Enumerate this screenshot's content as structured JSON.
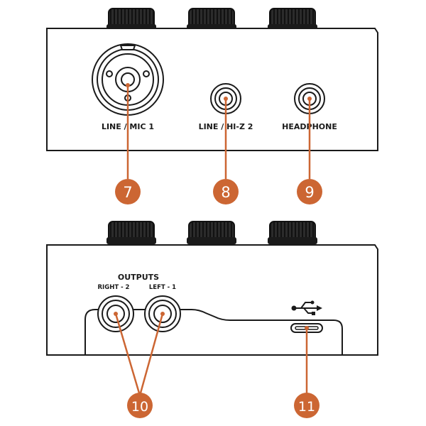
{
  "top_panel": {
    "jacks": {
      "mic1": "LINE / MIC 1",
      "line2": "LINE / HI-Z 2",
      "headphone": "HEADPHONE"
    }
  },
  "bottom_panel": {
    "outputs_heading": "OUTPUTS",
    "right_label": "RIGHT - 2",
    "left_label": "LEFT - 1"
  },
  "callouts": [
    "7",
    "8",
    "9",
    "10",
    "11"
  ],
  "colors": {
    "callout": "#cc6633",
    "outline": "#1a1a1a",
    "knob": "#222222"
  },
  "icons": [
    "usb-icon"
  ]
}
